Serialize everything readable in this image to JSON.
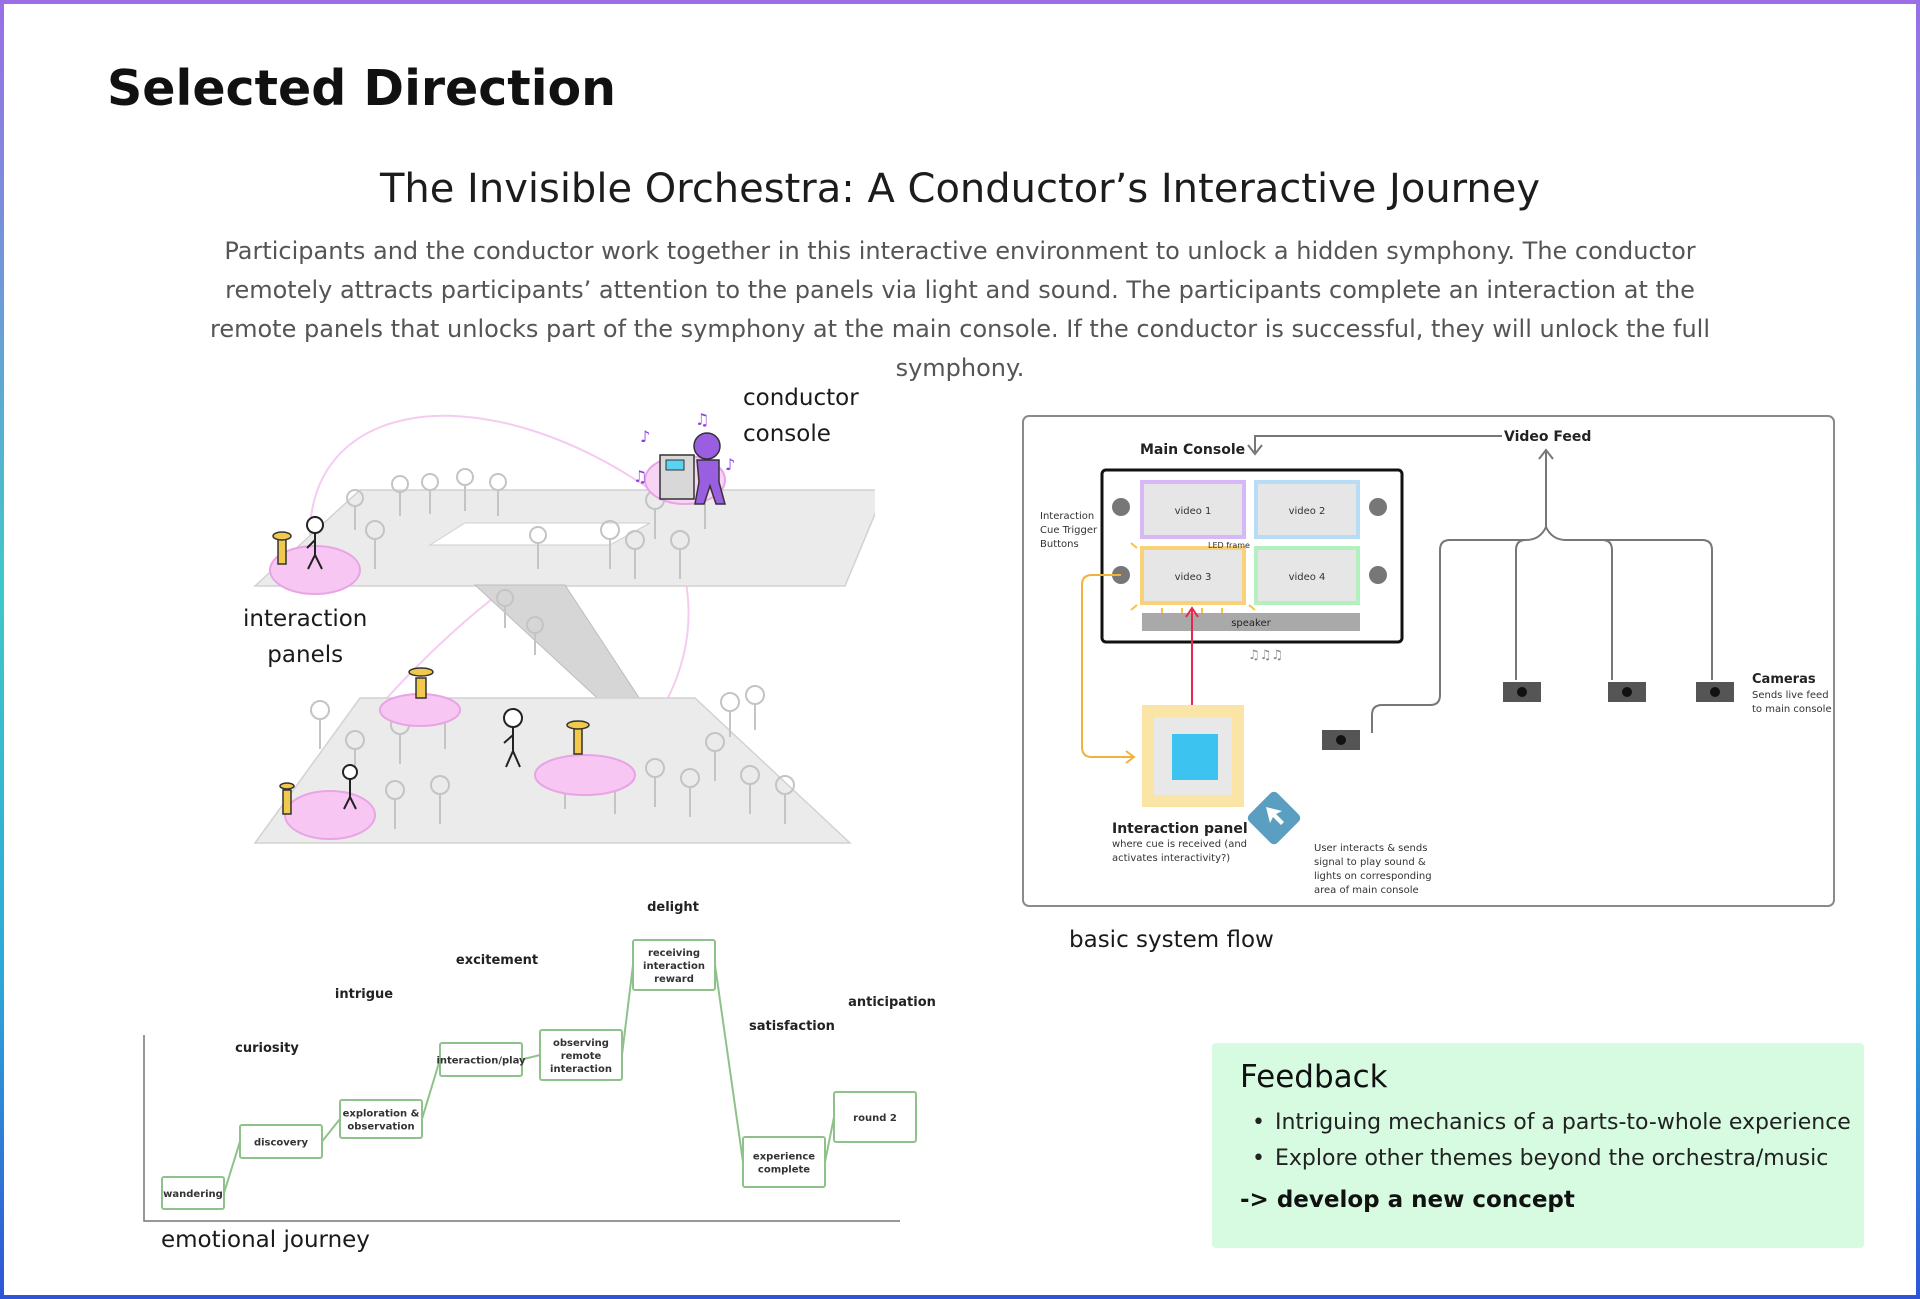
{
  "section_title": "Selected Direction",
  "main_title": "The Invisible Orchestra: A Conductor’s Interactive Journey",
  "intro": "Participants and the conductor work together in this interactive environment to unlock a hidden symphony. The conductor remotely attracts participants’ attention to the panels via light and sound. The participants complete an interaction at the remote panels that unlocks part of the symphony at the main console. If the conductor is successful, they will unlock the full symphony.",
  "illustration": {
    "conductor_label_1": "conductor",
    "conductor_label_2": "console",
    "panels_label_1": "interaction",
    "panels_label_2": "panels"
  },
  "system_flow": {
    "caption": "basic system flow",
    "main_console": "Main Console",
    "video_feed": "Video Feed",
    "video_1": "video 1",
    "video_2": "video 2",
    "video_3": "video 3",
    "video_4": "video 4",
    "led_frame": "LED frame",
    "speaker": "speaker",
    "cue_1": "Interaction",
    "cue_2": "Cue Trigger",
    "cue_3": "Buttons",
    "cameras_title": "Cameras",
    "cameras_1": "Sends live feed",
    "cameras_2": "to main console",
    "panel_title": "Interaction panel",
    "panel_1": "where cue is received (and",
    "panel_2": "activates interactivity?)",
    "user_1": "User interacts & sends",
    "user_2": "signal to play sound &",
    "user_3": "lights on corresponding",
    "user_4": "area of main console"
  },
  "journey": {
    "caption": "emotional journey",
    "emotions": [
      "curiosity",
      "intrigue",
      "excitement",
      "delight",
      "satisfaction",
      "anticipation"
    ],
    "steps": [
      {
        "lines": [
          "wandering"
        ]
      },
      {
        "lines": [
          "discovery"
        ]
      },
      {
        "lines": [
          "exploration &",
          "observation"
        ]
      },
      {
        "lines": [
          "interaction/play"
        ]
      },
      {
        "lines": [
          "observing",
          "remote",
          "interaction"
        ]
      },
      {
        "lines": [
          "receiving",
          "interaction",
          "reward"
        ]
      },
      {
        "lines": [
          "experience",
          "complete"
        ]
      },
      {
        "lines": [
          "round 2"
        ]
      }
    ]
  },
  "feedback": {
    "title": "Feedback",
    "items": [
      "Intriguing mechanics of a parts-to-whole experience",
      "Explore other themes beyond the orchestra/music"
    ],
    "cta": "-> develop a new concept"
  }
}
